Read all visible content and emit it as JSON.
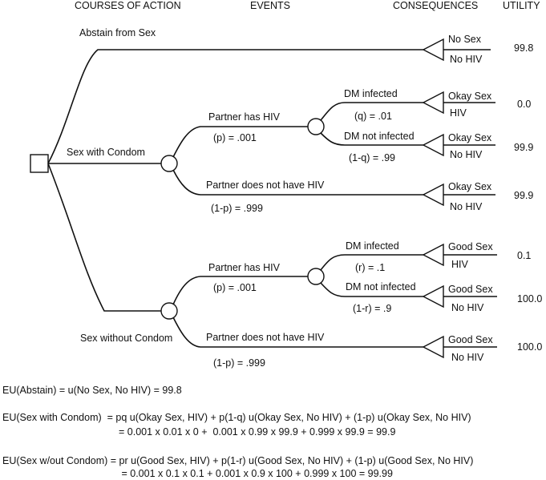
{
  "headers": {
    "courses": "COURSES OF ACTION",
    "events": "EVENTS",
    "consequences": "CONSEQUENCES",
    "utility": "UTILITY"
  },
  "branches": {
    "abstain": "Abstain from Sex",
    "condom": "Sex with Condom",
    "nocondom": "Sex without Condom"
  },
  "events": {
    "condom_hiv": "Partner has HIV",
    "condom_hiv_p": "(p) = .001",
    "condom_nohiv": "Partner does not have HIV",
    "condom_nohiv_p": "(1-p) = .999",
    "condom_dm_inf": "DM infected",
    "condom_dm_inf_p": "(q) = .01",
    "condom_dm_notinf": "DM not infected",
    "condom_dm_notinf_p": "(1-q) = .99",
    "nocondom_hiv": "Partner has HIV",
    "nocondom_hiv_p": "(p) = .001",
    "nocondom_nohiv": "Partner does not have HIV",
    "nocondom_nohiv_p": "(1-p) = .999",
    "nocondom_dm_inf": "DM infected",
    "nocondom_dm_inf_p": "(r) = .1",
    "nocondom_dm_notinf": "DM not infected",
    "nocondom_dm_notinf_p": "(1-r) = .9"
  },
  "outcomes": [
    {
      "top": "No Sex",
      "bottom": "No HIV",
      "utility": "99.8"
    },
    {
      "top": "Okay Sex",
      "bottom": "HIV",
      "utility": "0.0"
    },
    {
      "top": "Okay Sex",
      "bottom": "No HIV",
      "utility": "99.9"
    },
    {
      "top": "Okay Sex",
      "bottom": "No HIV",
      "utility": "99.9"
    },
    {
      "top": "Good Sex",
      "bottom": "HIV",
      "utility": "0.1"
    },
    {
      "top": "Good Sex",
      "bottom": "No HIV",
      "utility": "100.0"
    },
    {
      "top": "Good Sex",
      "bottom": "No HIV",
      "utility": "100.0"
    }
  ],
  "equations": {
    "abstain": "EU(Abstain) = u(No Sex, No HIV) = 99.8",
    "condom_1": "EU(Sex with Condom)  = pq u(Okay Sex, HIV) + p(1-q) u(Okay Sex, No HIV) + (1-p) u(Okay Sex, No HIV)",
    "condom_2": "= 0.001 x 0.01 x 0 +  0.001 x 0.99 x 99.9 + 0.999 x 99.9 = 99.9",
    "nocondom_1": "EU(Sex w/out Condom) = pr u(Good Sex, HIV) + p(1-r) u(Good Sex, No HIV) + (1-p) u(Good Sex, No HIV)",
    "nocondom_2": " = 0.001 x 0.1 x 0.1 + 0.001 x 0.9 x 100 + 0.999 x 100 = 99.99"
  }
}
